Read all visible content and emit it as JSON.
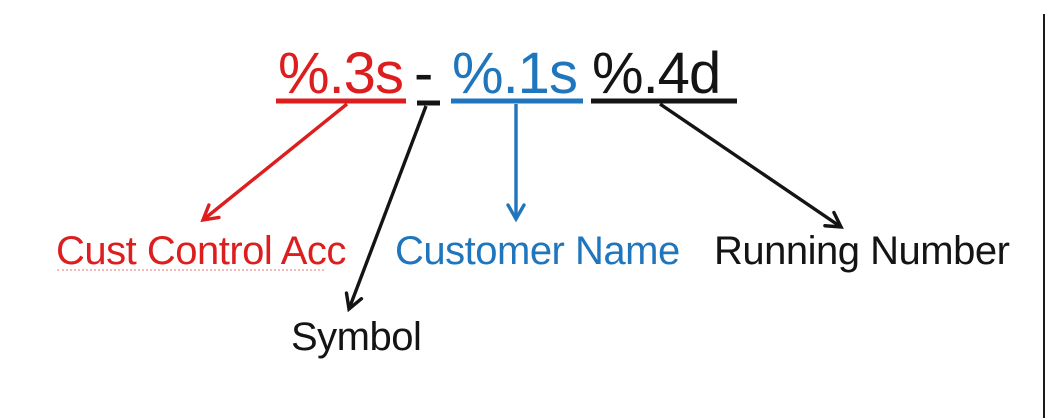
{
  "diagram": {
    "full_string": "%.3s - %.1s %.4d",
    "tokens": [
      {
        "id": "cust-control-acc",
        "text": "%.3s",
        "label": "Cust Control Acc",
        "color": "#dd1e1e"
      },
      {
        "id": "symbol",
        "text": "-",
        "label": "Symbol",
        "color": "#141414"
      },
      {
        "id": "customer-name",
        "text": "%.1s",
        "label": "Customer Name",
        "color": "#1f76bc"
      },
      {
        "id": "running-number",
        "text": "%.4d",
        "label": "Running Number",
        "color": "#141414"
      }
    ],
    "colors": {
      "red": "#dd1e1e",
      "blue": "#1f76bc",
      "black": "#141414",
      "background": "#ffffff"
    }
  }
}
